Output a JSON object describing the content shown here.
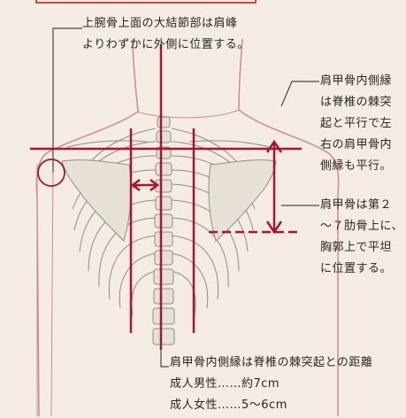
{
  "notes": {
    "top": [
      "上腕骨上面の大結節部は肩峰",
      "よりわずかに外側に位置する。"
    ],
    "right_upper": [
      "肩甲骨内側縁",
      "は脊椎の棘突",
      "起と平行で左",
      "右の肩甲骨内",
      "側縁も平行。"
    ],
    "right_lower": [
      "肩甲骨は第２",
      "～７肋骨上に、",
      "胸郭上で平坦",
      "に位置する。"
    ],
    "bottom": [
      "肩甲骨内側縁は脊椎の棘突起との距離",
      "成人男性……約7cm",
      "成人女性……5～6cm"
    ]
  },
  "colors": {
    "guide_line": "#a2182f",
    "skin_outline": "#c98a93",
    "bone": "#e7e0d6",
    "bone_stroke": "#8f8b86",
    "leader": "#4b4642"
  }
}
